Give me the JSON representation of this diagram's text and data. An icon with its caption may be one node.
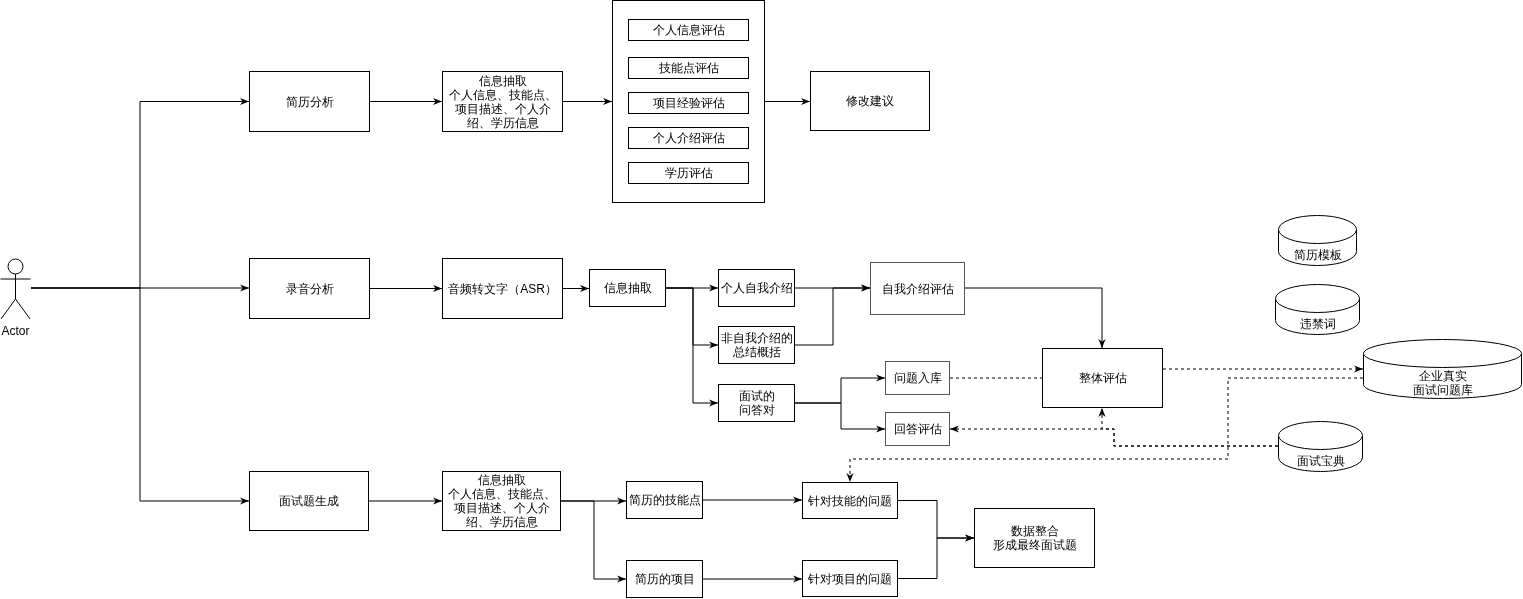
{
  "diagram": {
    "nodes": [
      {
        "text": [
          "Actor"
        ]
      },
      {
        "text": [
          "简历分析"
        ]
      },
      {
        "text": [
          "信息抽取",
          "个人信息、技能点、项目描述、个人介绍、学历信息"
        ]
      },
      {
        "text": [],
        "shape": "box"
      },
      {
        "text": [
          "个人信息评估"
        ],
        "in": 3
      },
      {
        "text": [
          "技能点评估"
        ],
        "in": 3
      },
      {
        "text": [
          "项目经验评估"
        ],
        "in": 3
      },
      {
        "text": [
          "个人介绍评估"
        ],
        "in": 3
      },
      {
        "text": [
          "学历评估"
        ],
        "in": 3
      },
      {
        "text": [
          "修改建议"
        ]
      },
      {
        "text": [
          "录音分析"
        ]
      },
      {
        "text": [
          "音频转文字（ASR）"
        ]
      },
      {
        "text": [
          "信息抽取"
        ]
      },
      {
        "text": [
          "个人自我介绍"
        ]
      },
      {
        "text": [
          "非自我介绍的总结概括"
        ]
      },
      {
        "text": [
          "面试的问答对"
        ]
      },
      {
        "text": [
          "自我介绍评估"
        ]
      },
      {
        "text": [
          "问题入库"
        ]
      },
      {
        "text": [
          "回答评估"
        ]
      },
      {
        "text": [
          "整体评估"
        ]
      },
      {
        "text": [
          "简历模板"
        ]
      },
      {
        "text": [
          "违禁词"
        ]
      },
      {
        "text": [
          "企业真实",
          "面试问题库"
        ]
      },
      {
        "text": [
          "面试宝典"
        ]
      },
      {
        "text": [
          "面试题生成"
        ]
      },
      {
        "text": [
          "信息抽取",
          "个人信息、技能点、项目描述、个人介绍、学历信息"
        ]
      },
      {
        "text": [
          "简历的技能点"
        ]
      },
      {
        "text": [
          "简历的项目"
        ]
      },
      {
        "text": [
          "针对技能的问题"
        ]
      },
      {
        "text": [
          "针对项目的问题"
        ]
      },
      {
        "text": [
          "数据整合",
          "形成最终面试题"
        ]
      }
    ],
    "edges": [
      {
        "from": 0,
        "to": 1,
        "arrow": "to"
      },
      {
        "from": 0,
        "to": 10,
        "arrow": "to"
      },
      {
        "from": 0,
        "to": 24,
        "arrow": "to"
      },
      {
        "from": 1,
        "to": 2,
        "arrow": "to"
      },
      {
        "from": 2,
        "to": 3,
        "arrow": "to"
      },
      {
        "from": 3,
        "to": 9,
        "arrow": "to"
      },
      {
        "from": 10,
        "to": 11,
        "arrow": "to"
      },
      {
        "from": 11,
        "to": 12,
        "arrow": "to"
      },
      {
        "from": 12,
        "to": 13,
        "arrow": "to"
      },
      {
        "from": 12,
        "to": 14,
        "arrow": "to"
      },
      {
        "from": 12,
        "to": 15,
        "arrow": "to"
      },
      {
        "from": 13,
        "to": 16,
        "arrow": "to"
      },
      {
        "from": 14,
        "to": 16,
        "arrow": "to"
      },
      {
        "from": 16,
        "to": 19,
        "arrow": "to"
      },
      {
        "from": 15,
        "to": 17,
        "arrow": "to"
      },
      {
        "from": 15,
        "to": 18,
        "arrow": "to"
      },
      {
        "from": 17,
        "to": 19,
        "arrow": "none",
        "style": "dashed"
      },
      {
        "from": 19,
        "to": 22,
        "arrow": "to",
        "style": "dashed"
      },
      {
        "from": 22,
        "to": 28,
        "arrow": "to",
        "style": "dashed"
      },
      {
        "from": 23,
        "to": 18,
        "arrow": "to",
        "style": "dashed"
      },
      {
        "from": 23,
        "to": 19,
        "arrow": "to",
        "style": "dashed"
      },
      {
        "from": 24,
        "to": 25,
        "arrow": "to"
      },
      {
        "from": 25,
        "to": 26,
        "arrow": "to"
      },
      {
        "from": 25,
        "to": 27,
        "arrow": "to"
      },
      {
        "from": 26,
        "to": 28,
        "arrow": "to"
      },
      {
        "from": 27,
        "to": 29,
        "arrow": "to"
      },
      {
        "from": 28,
        "to": 30,
        "arrow": "to"
      },
      {
        "from": 29,
        "to": 30,
        "arrow": "to"
      }
    ]
  }
}
